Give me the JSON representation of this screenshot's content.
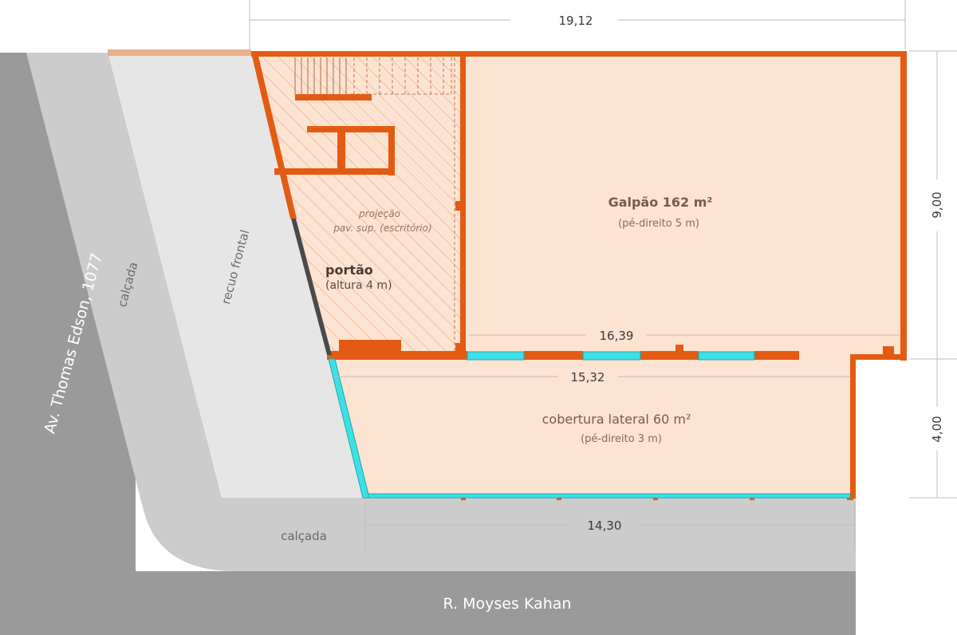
{
  "streets": {
    "avenue": "Av. Thomas Edson, 1077",
    "street": "R. Moyses Kahan"
  },
  "sidewalks": {
    "avenue_label": "calçada",
    "street_label": "calçada"
  },
  "setback": {
    "label": "recuo frontal"
  },
  "rooms": {
    "galpao": {
      "title": "Galpão 162 m²",
      "subtitle": "(pé-direito 5 m)"
    },
    "cobertura": {
      "title": "cobertura lateral 60 m²",
      "subtitle": "(pé-direito 3 m)"
    }
  },
  "projection": {
    "line1": "projeção",
    "line2": "pav. sup. (escritório)"
  },
  "gate": {
    "title": "portão",
    "subtitle": "(altura 4 m)"
  },
  "dimensions": {
    "top_width": "19,12",
    "right_upper": "9,00",
    "right_lower": "4,00",
    "inner_galpao": "16,39",
    "inner_cobertura": "15,32",
    "bottom_width": "14,30"
  },
  "colors": {
    "road": "#9a9a9a",
    "sidewalk": "#cccccc",
    "setback": "#e6e6e6",
    "floor": "#fde3d2",
    "wall": "#e35b12",
    "glass": "#3ee0e6",
    "gate": "#4a4a4a"
  }
}
